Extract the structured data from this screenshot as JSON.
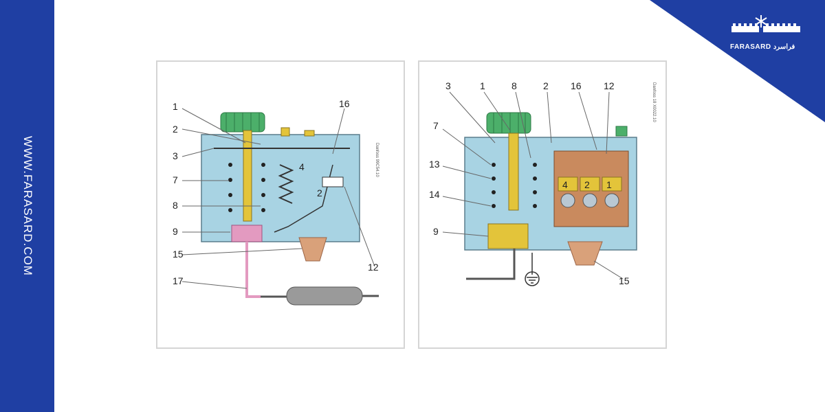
{
  "sidebar": {
    "text": "WWW.FARASARD.COM"
  },
  "logo": {
    "text": "FARASARD فراسرد"
  },
  "diagram_left": {
    "labels": [
      "1",
      "2",
      "3",
      "7",
      "8",
      "9",
      "15",
      "17",
      "16",
      "4",
      "2",
      "12"
    ],
    "stamp": "Danfoss 99C54.10"
  },
  "diagram_right": {
    "labels": [
      "3",
      "1",
      "8",
      "2",
      "16",
      "12",
      "7",
      "13",
      "14",
      "9",
      "15",
      "4",
      "2",
      "1"
    ],
    "stamp": "Danfoss 18 X0022.10"
  },
  "colors": {
    "brand_blue": "#1f3fa3",
    "housing": "#a8d3e3",
    "knob": "#4caf6a",
    "brass": "#e3c43a",
    "copper": "#d9a17a"
  }
}
